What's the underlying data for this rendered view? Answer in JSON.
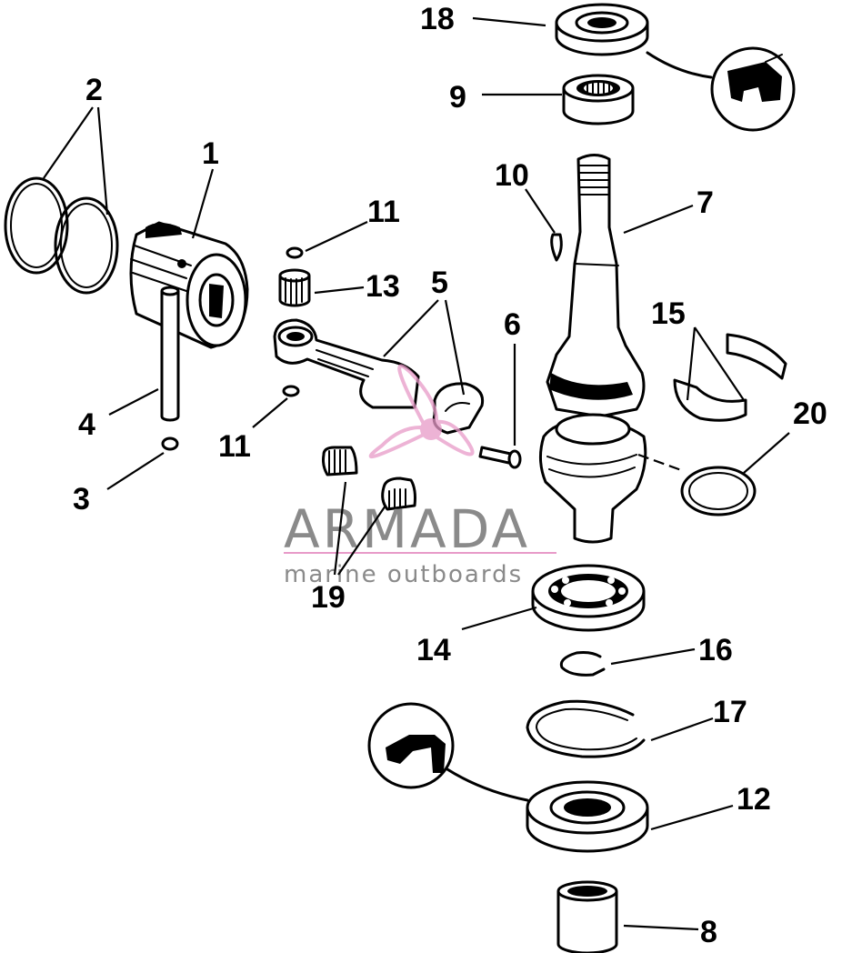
{
  "callouts": [
    {
      "id": "c18",
      "text": "18"
    },
    {
      "id": "c9",
      "text": "9"
    },
    {
      "id": "c2",
      "text": "2"
    },
    {
      "id": "c1",
      "text": "1"
    },
    {
      "id": "c10",
      "text": "10"
    },
    {
      "id": "c7",
      "text": "7"
    },
    {
      "id": "c11a",
      "text": "11"
    },
    {
      "id": "c13",
      "text": "13"
    },
    {
      "id": "c5",
      "text": "5"
    },
    {
      "id": "c6",
      "text": "6"
    },
    {
      "id": "c15",
      "text": "15"
    },
    {
      "id": "c20",
      "text": "20"
    },
    {
      "id": "c4",
      "text": "4"
    },
    {
      "id": "c11b",
      "text": "11"
    },
    {
      "id": "c3",
      "text": "3"
    },
    {
      "id": "c19",
      "text": "19"
    },
    {
      "id": "c14",
      "text": "14"
    },
    {
      "id": "c16",
      "text": "16"
    },
    {
      "id": "c17",
      "text": "17"
    },
    {
      "id": "c12",
      "text": "12"
    },
    {
      "id": "c8",
      "text": "8"
    }
  ],
  "watermark": {
    "brand": "ARMADA",
    "tagline": "marine outboards",
    "color": "#e89ac8"
  },
  "colors": {
    "line": "#000000",
    "background": "#ffffff",
    "watermark_text": "#8a8a8a"
  }
}
